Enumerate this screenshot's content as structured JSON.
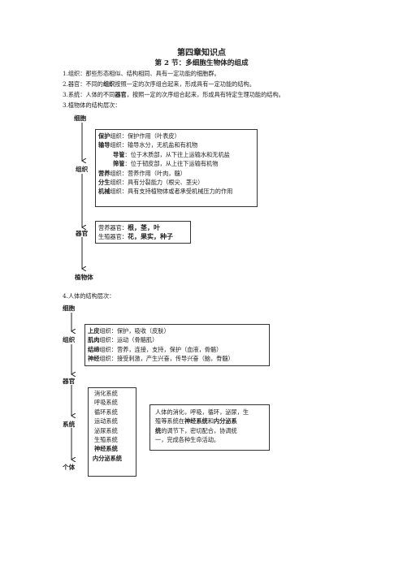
{
  "title": "第四章知识点",
  "section": "第 2 节：多细胞生物体的组成",
  "points": [
    {
      "prefix": "1.组织：那些形态相似、结构相同、具有一定功能的细胞群。",
      "bold": "",
      "suffix": ""
    },
    {
      "prefix": "2.器官：不同的",
      "bold": "组织",
      "suffix": "按照一定的次序组合起来，形成具有一定功能的结构。"
    },
    {
      "prefix": "3.系统：人体的不同",
      "bold": "器官",
      "suffix": "，按照一定的次序组合起来，形成具有特定生理功能的结构。"
    },
    {
      "prefix": "3.植物体的结构层次：",
      "bold": "",
      "suffix": ""
    }
  ],
  "plant": {
    "levels": [
      "细胞",
      "组织",
      "器官",
      "植物体"
    ],
    "tissues": [
      {
        "bold": "保护",
        "rest": "组织：保护作用（叶表皮）"
      },
      {
        "bold": "输导",
        "rest": "组织：输导水分，无机盐和有机物"
      },
      {
        "bold": "导管",
        "rest": "：位于木质部，从下往上运输水和无机盐"
      },
      {
        "bold": "筛管",
        "rest": "：位于韧皮部，从上往下运输有机物"
      },
      {
        "bold": "营养",
        "rest": "组织：营养作用（叶肉，髓）"
      },
      {
        "bold": "分生",
        "rest": "组织：具有分裂能力（根尖、茎尖）"
      },
      {
        "bold": "机械",
        "rest": "组织：具有支持植物体或者承受机械压力的作用"
      }
    ],
    "organs": [
      {
        "label": "营养器官：",
        "items": "根，茎，叶"
      },
      {
        "label": "生殖器官：",
        "items": "花，果实，种子"
      }
    ]
  },
  "human_heading": "4.人体的结构层次：",
  "human": {
    "levels": [
      "细胞",
      "组织",
      "器官",
      "系统",
      "个体"
    ],
    "tissues": [
      {
        "bold": "上皮",
        "rest": "组织：保护，吸收（皮肤）"
      },
      {
        "bold": "肌肉",
        "rest": "组织：运动（骨骼肌）"
      },
      {
        "bold": "结缔",
        "rest": "组织：营养，连接，支持，保护（血液，骨骼）"
      },
      {
        "bold": "神经",
        "rest": "组织：接受刺激，产生兴奋，传导兴奋（脑，脊髓）"
      }
    ],
    "systems": [
      "消化系统",
      "呼吸系统",
      "循环系统",
      "运动系统",
      "泌尿系统",
      "生殖系统"
    ],
    "systems_bold": [
      "神经系统",
      "内分泌系统"
    ],
    "note": {
      "line1": "人体的消化，呼吸，循环，泌尿，生",
      "line2a": "殖等系统在",
      "bold1": "神经系统",
      "line2b": "和",
      "bold2a": "内分泌系",
      "bold2b": "统",
      "line3": "的调节下，密切配合，协调统",
      "line4": "一，完成各种生命活动。"
    }
  }
}
